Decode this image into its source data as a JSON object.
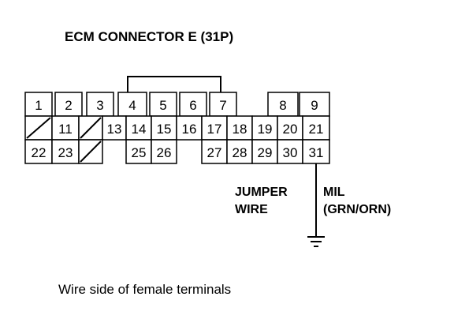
{
  "title": "ECM CONNECTOR E (31P)",
  "caption": "Wire side of female terminals",
  "labels": {
    "jumper_line1": "JUMPER",
    "jumper_line2": "WIRE",
    "mil_line1": "MIL",
    "mil_line2": "(GRN/ORN)"
  },
  "pins": {
    "p1": "1",
    "p2": "2",
    "p3": "3",
    "p4": "4",
    "p5": "5",
    "p6": "6",
    "p7": "7",
    "p8": "8",
    "p9": "9",
    "p11": "11",
    "p13": "13",
    "p14": "14",
    "p15": "15",
    "p16": "16",
    "p17": "17",
    "p18": "18",
    "p19": "19",
    "p20": "20",
    "p21": "21",
    "p22": "22",
    "p23": "23",
    "p25": "25",
    "p26": "26",
    "p27": "27",
    "p28": "28",
    "p29": "29",
    "p30": "30",
    "p31": "31"
  }
}
